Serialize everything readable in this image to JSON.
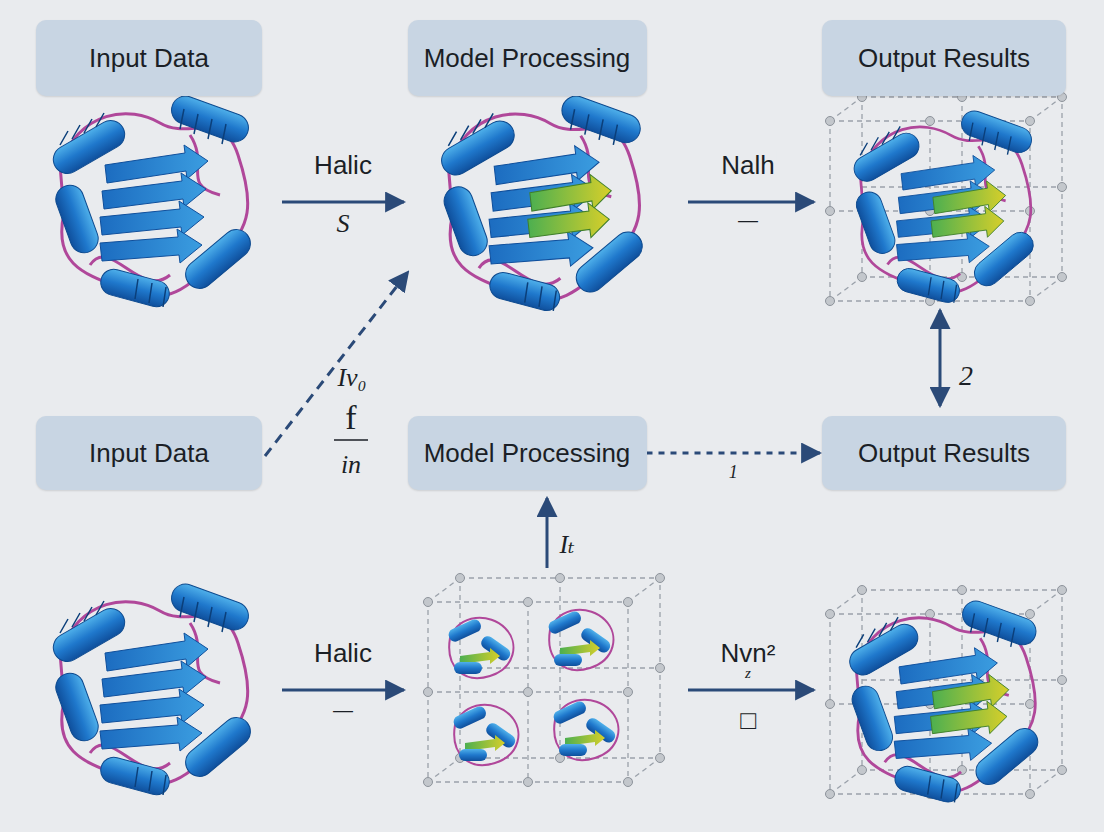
{
  "diagram": {
    "nodes": [
      {
        "text": [
          "Input Data"
        ]
      },
      {
        "text": [
          "Model Processing"
        ]
      },
      {
        "text": [
          "Output Results"
        ]
      },
      {
        "text": [
          "Input Data"
        ]
      },
      {
        "text": [
          "Model Processing"
        ]
      },
      {
        "text": [
          "Output Results"
        ]
      }
    ],
    "edges": [
      {
        "from": 4,
        "to": 5,
        "arrow": "to",
        "label": "1"
      }
    ],
    "labels": [
      "Halic",
      "S",
      "Nalh",
      "—",
      "Iv₀",
      "f",
      "in",
      "2",
      "Iₜ",
      "Halic",
      "—",
      "Nvn²",
      "z",
      "□"
    ]
  }
}
